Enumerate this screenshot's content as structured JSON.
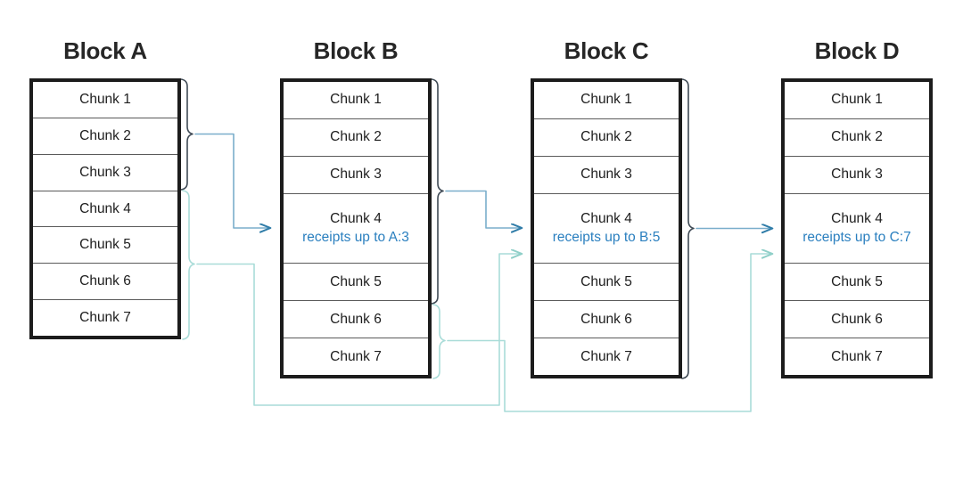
{
  "diagram": {
    "title_prefix": "Block",
    "colors": {
      "block_border": "#1c1c1c",
      "row_divider": "#5a5a5a",
      "text": "#1d1d1d",
      "receipt_text": "#2a7fbf",
      "wire_dark": "#7aaecb",
      "wire_light": "#a9dcd8",
      "arrow_dark": "#2f7ca8",
      "arrow_light": "#8fcfc8",
      "background": "#ffffff"
    },
    "blocks": [
      {
        "id": "a",
        "title": "Block A",
        "chunks": [
          {
            "label": "Chunk 1",
            "receipt": ""
          },
          {
            "label": "Chunk 2",
            "receipt": ""
          },
          {
            "label": "Chunk 3",
            "receipt": ""
          },
          {
            "label": "Chunk 4",
            "receipt": ""
          },
          {
            "label": "Chunk 5",
            "receipt": ""
          },
          {
            "label": "Chunk 6",
            "receipt": ""
          },
          {
            "label": "Chunk 7",
            "receipt": ""
          }
        ]
      },
      {
        "id": "b",
        "title": "Block B",
        "chunks": [
          {
            "label": "Chunk 1",
            "receipt": ""
          },
          {
            "label": "Chunk 2",
            "receipt": ""
          },
          {
            "label": "Chunk 3",
            "receipt": ""
          },
          {
            "label": "Chunk 4",
            "receipt": "receipts up to A:3"
          },
          {
            "label": "Chunk 5",
            "receipt": ""
          },
          {
            "label": "Chunk 6",
            "receipt": ""
          },
          {
            "label": "Chunk 7",
            "receipt": ""
          }
        ]
      },
      {
        "id": "c",
        "title": "Block C",
        "chunks": [
          {
            "label": "Chunk 1",
            "receipt": ""
          },
          {
            "label": "Chunk 2",
            "receipt": ""
          },
          {
            "label": "Chunk 3",
            "receipt": ""
          },
          {
            "label": "Chunk 4",
            "receipt": "receipts up to B:5"
          },
          {
            "label": "Chunk 5",
            "receipt": ""
          },
          {
            "label": "Chunk 6",
            "receipt": ""
          },
          {
            "label": "Chunk 7",
            "receipt": ""
          }
        ]
      },
      {
        "id": "d",
        "title": "Block D",
        "chunks": [
          {
            "label": "Chunk 1",
            "receipt": ""
          },
          {
            "label": "Chunk 2",
            "receipt": ""
          },
          {
            "label": "Chunk 3",
            "receipt": ""
          },
          {
            "label": "Chunk 4",
            "receipt": "receipts up to C:7"
          },
          {
            "label": "Chunk 5",
            "receipt": ""
          },
          {
            "label": "Chunk 6",
            "receipt": ""
          },
          {
            "label": "Chunk 7",
            "receipt": ""
          }
        ]
      }
    ],
    "flows": [
      {
        "from": "Block A",
        "to": "Block B",
        "covers": "Chunk 1 - Chunk 3",
        "kind": "primary"
      },
      {
        "from": "Block A",
        "to": "Block C",
        "covers": "Chunk 4 - Chunk 7",
        "kind": "deferred"
      },
      {
        "from": "Block B",
        "to": "Block C",
        "covers": "Chunk 1 - Chunk 5",
        "kind": "primary"
      },
      {
        "from": "Block B",
        "to": "Block D",
        "covers": "Chunk 6 - Chunk 7",
        "kind": "deferred"
      },
      {
        "from": "Block C",
        "to": "Block D",
        "covers": "Chunk 1 - Chunk 7",
        "kind": "primary"
      }
    ]
  }
}
